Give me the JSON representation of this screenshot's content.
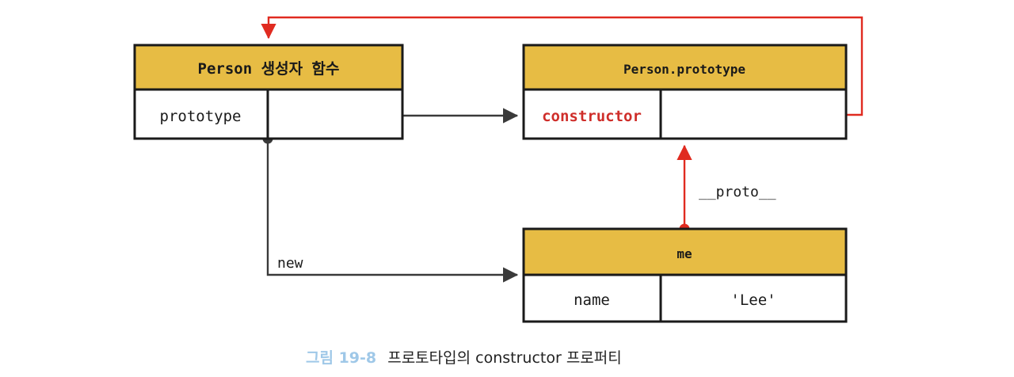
{
  "page": {
    "background": "#ffffff",
    "accent_yellow": "#e7bc44",
    "accent_red": "#e02b20",
    "accent_blue": "#9fc8e8",
    "text_color": "#1a1a1a"
  },
  "boxes": {
    "person": {
      "title": "Person 생성자 함수",
      "rows": [
        {
          "key": "prototype",
          "value": ""
        }
      ]
    },
    "person_prototype": {
      "title": "Person.prototype",
      "rows": [
        {
          "key": "constructor",
          "value": ""
        }
      ]
    },
    "me": {
      "title": "me",
      "rows": [
        {
          "key": "name",
          "value": "'Lee'"
        }
      ]
    }
  },
  "edges": {
    "new_label": "new",
    "proto_label": "__proto__"
  },
  "caption": {
    "prefix": "그림 19-8",
    "text": "프로토타입의 constructor 프로퍼티"
  }
}
